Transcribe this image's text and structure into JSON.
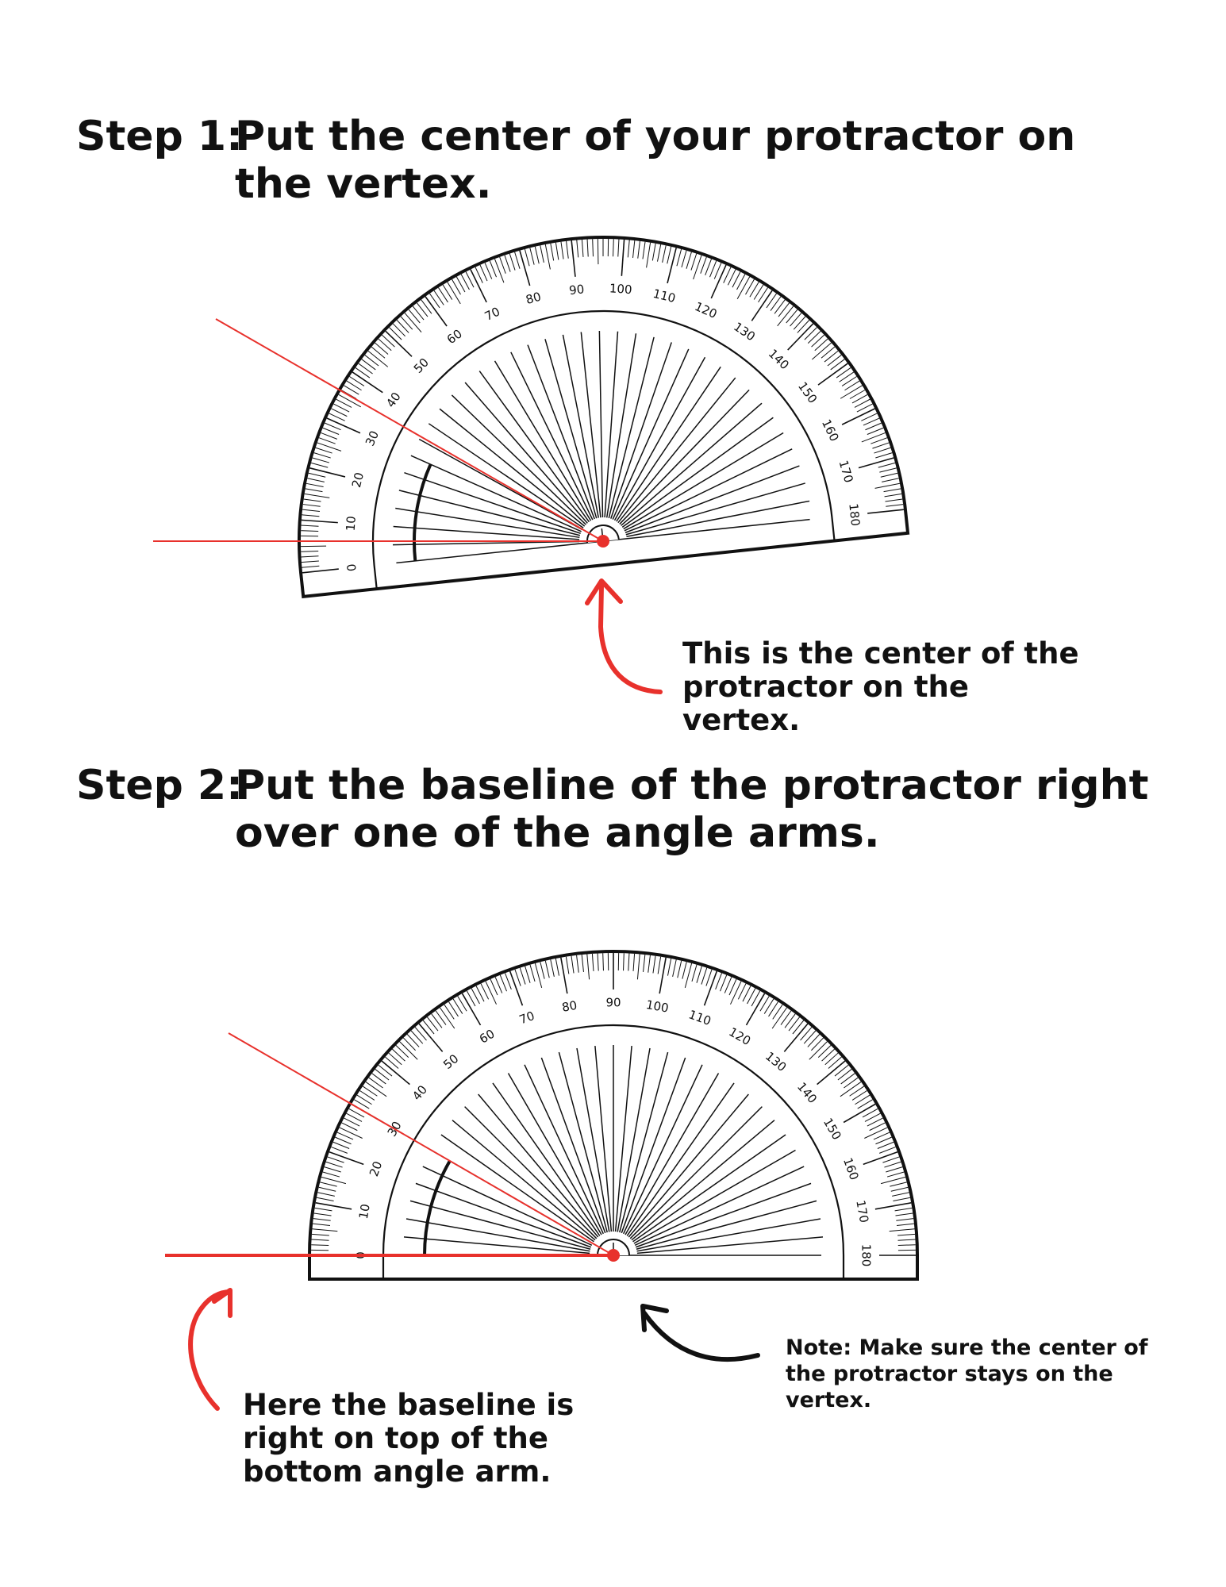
{
  "step1": {
    "label": "Step 1:",
    "text": "Put the center of your protractor on the vertex."
  },
  "step2": {
    "label": "Step 2:",
    "text": "Put the baseline of the protractor right over one of the angle arms."
  },
  "captions": {
    "center_note": "This is the center of the protractor on the vertex.",
    "baseline_note": "Here the baseline is right on top of the bottom angle arm.",
    "stay_note": "Note: Make sure the center of the protractor stays on the vertex."
  },
  "protractor": {
    "scale_labels": [
      "0",
      "10",
      "20",
      "30",
      "40",
      "50",
      "60",
      "70",
      "80",
      "90",
      "100",
      "110",
      "120",
      "130",
      "140",
      "150",
      "160",
      "170",
      "180"
    ],
    "step1_rotation_deg": 6,
    "step2_rotation_deg": 0
  },
  "colors": {
    "angle_arm": "#e8312c",
    "vertex_dot": "#e8312c",
    "ink": "#111111"
  }
}
